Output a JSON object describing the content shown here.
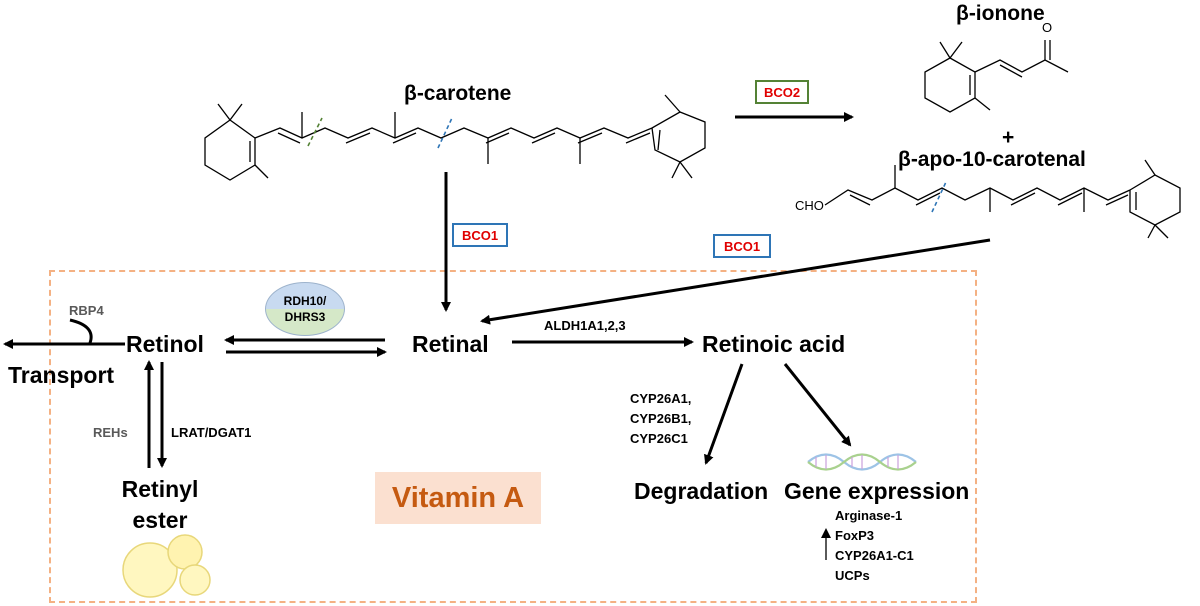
{
  "molecules": {
    "beta_carotene": "β-carotene",
    "beta_ionone": "β-ionone",
    "beta_apo": "β-apo-10-carotenal",
    "plus": "+",
    "cho": "CHO",
    "ionone_o": "O"
  },
  "enzymes": {
    "bco1_a": "BCO1",
    "bco1_b": "BCO1",
    "bco2": "BCO2",
    "rdh_line1": "RDH10/",
    "rdh_line2": "DHRS3",
    "aldh": "ALDH1A1,2,3",
    "rbp4": "RBP4",
    "rehs": "REHs",
    "lrat": "LRAT/DGAT1",
    "cyp_lines": [
      "CYP26A1,",
      "CYP26B1,",
      "CYP26C1"
    ]
  },
  "nodes": {
    "retinol": "Retinol",
    "retinal": "Retinal",
    "retinoic_acid": "Retinoic acid",
    "transport": "Transport",
    "retinyl_line1": "Retinyl",
    "retinyl_line2": "ester",
    "degradation": "Degradation",
    "gene_expression": "Gene expression"
  },
  "vitamin_label": "Vitamin A",
  "gene_targets": [
    "Arginase-1",
    "FoxP3",
    "CYP26A1-C1",
    "UCPs"
  ],
  "colors": {
    "bco_text": "#e00000",
    "bco1_border": "#2e75b6",
    "bco2_border": "#548235",
    "vitamin_bg": "#fbe0d0",
    "vitamin_text": "#c55a11",
    "dashed_border": "#f4b183",
    "cleavage_green": "#548235",
    "cleavage_blue": "#2e75b6"
  }
}
